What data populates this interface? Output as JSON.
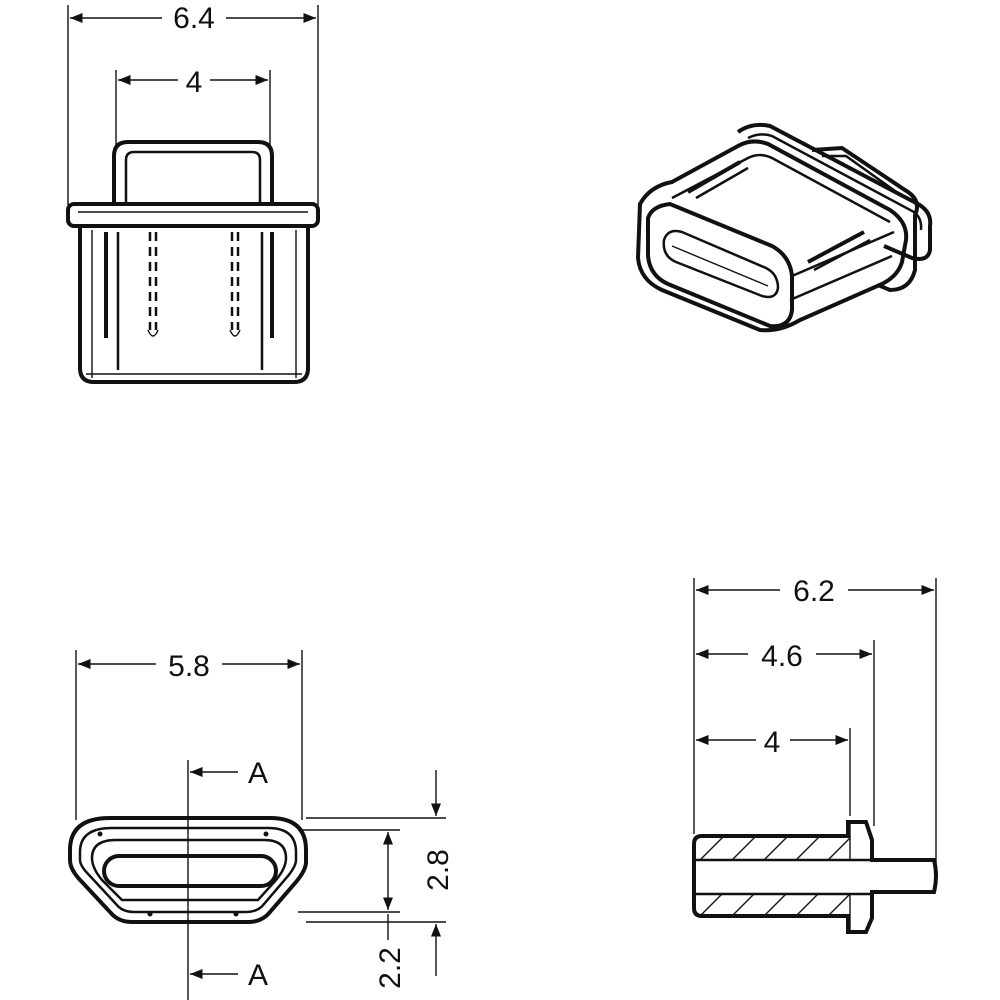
{
  "dimensions": {
    "front_overall_width": "6.4",
    "front_handle_width": "4",
    "bottom_width": "5.8",
    "section_label_top": "A",
    "section_label_bottom": "A",
    "height_outer": "2.8",
    "height_inner": "2.2",
    "side_overall": "6.2",
    "side_mid": "4.6",
    "side_inner": "4"
  }
}
